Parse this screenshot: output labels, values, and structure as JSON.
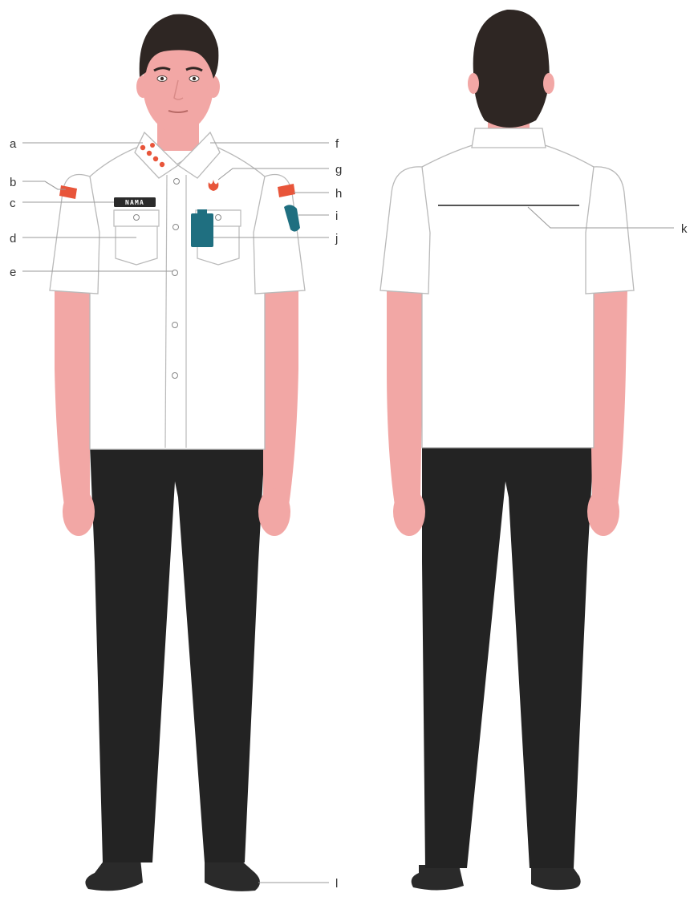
{
  "figure": {
    "front_view": {
      "name_tag": "NAMA"
    },
    "labels": {
      "a": "a",
      "b": "b",
      "c": "c",
      "d": "d",
      "e": "e",
      "f": "f",
      "g": "g",
      "h": "h",
      "i": "i",
      "j": "j",
      "k": "k",
      "l": "l"
    },
    "colors": {
      "shirt": "#ffffff",
      "shirt_outline": "#b9b9b9",
      "skin": "#f2a7a5",
      "hair": "#2e2623",
      "trousers": "#232323",
      "shoes": "#2a2a2a",
      "accent_orange": "#e8553a",
      "patch_teal": "#1f6f80",
      "name_tag_bg": "#2b2b2b"
    }
  }
}
